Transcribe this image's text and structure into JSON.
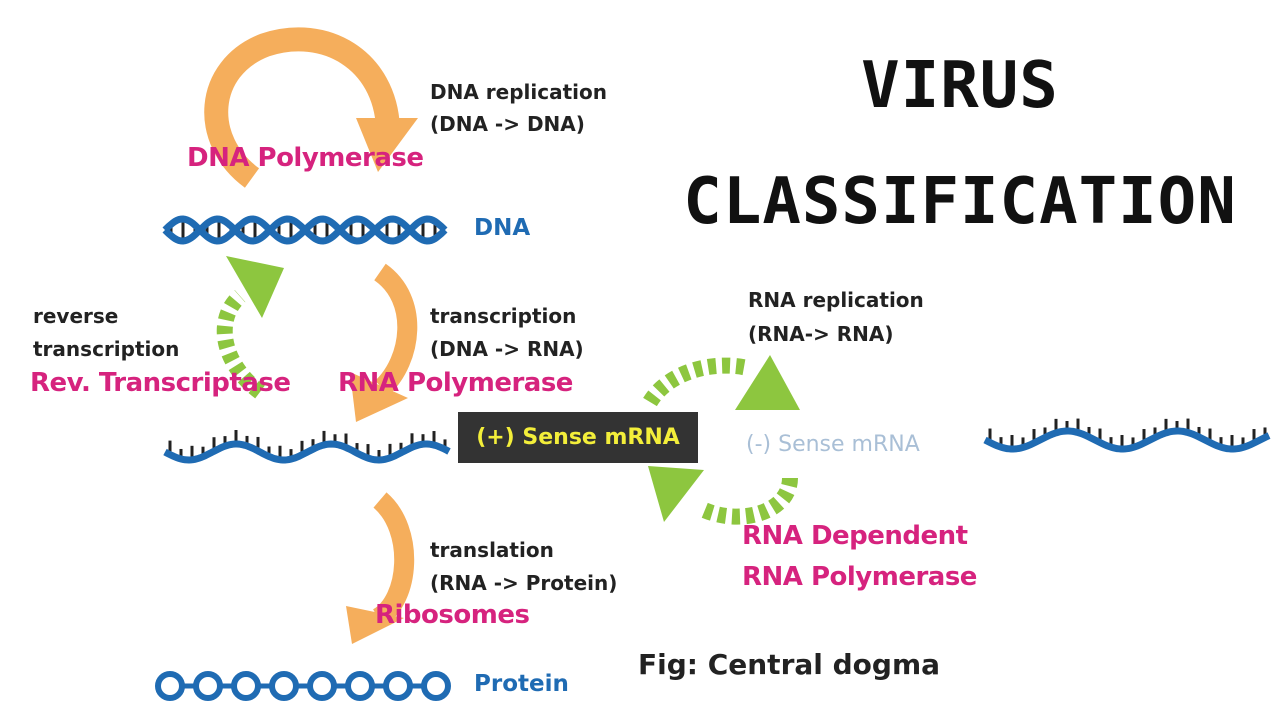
{
  "title": {
    "line1": "VIRUS",
    "line2": "CLASSIFICATION"
  },
  "caption": "Fig: Central dogma",
  "colors": {
    "enzyme": "#d6237e",
    "molecule": "#1f6bb3",
    "process_text": "#222222",
    "orange_arrow": "#f5ae5c",
    "green_arrow": "#8dc63f",
    "negative_sense_text": "#a9bfd6",
    "sense_box_bg": "#333333",
    "sense_box_text": "#f3ee3a"
  },
  "processes": {
    "dna_replication": {
      "line1": "DNA replication",
      "line2": "(DNA -> DNA)",
      "enzyme": "DNA Polymerase"
    },
    "reverse_transcription": {
      "line1": "reverse",
      "line2": "transcription",
      "enzyme": "Rev. Transcriptase"
    },
    "transcription": {
      "line1": "transcription",
      "line2": "(DNA -> RNA)",
      "enzyme": "RNA Polymerase"
    },
    "rna_replication": {
      "line1": "RNA replication",
      "line2": "(RNA-> RNA)",
      "enzyme_line1": "RNA Dependent",
      "enzyme_line2": "RNA Polymerase"
    },
    "translation": {
      "line1": "translation",
      "line2": "(RNA -> Protein)",
      "enzyme": "Ribosomes"
    }
  },
  "molecules": {
    "dna": "DNA",
    "plus_mrna": "(+) Sense mRNA",
    "minus_mrna": "(-) Sense mRNA",
    "protein": "Protein"
  }
}
